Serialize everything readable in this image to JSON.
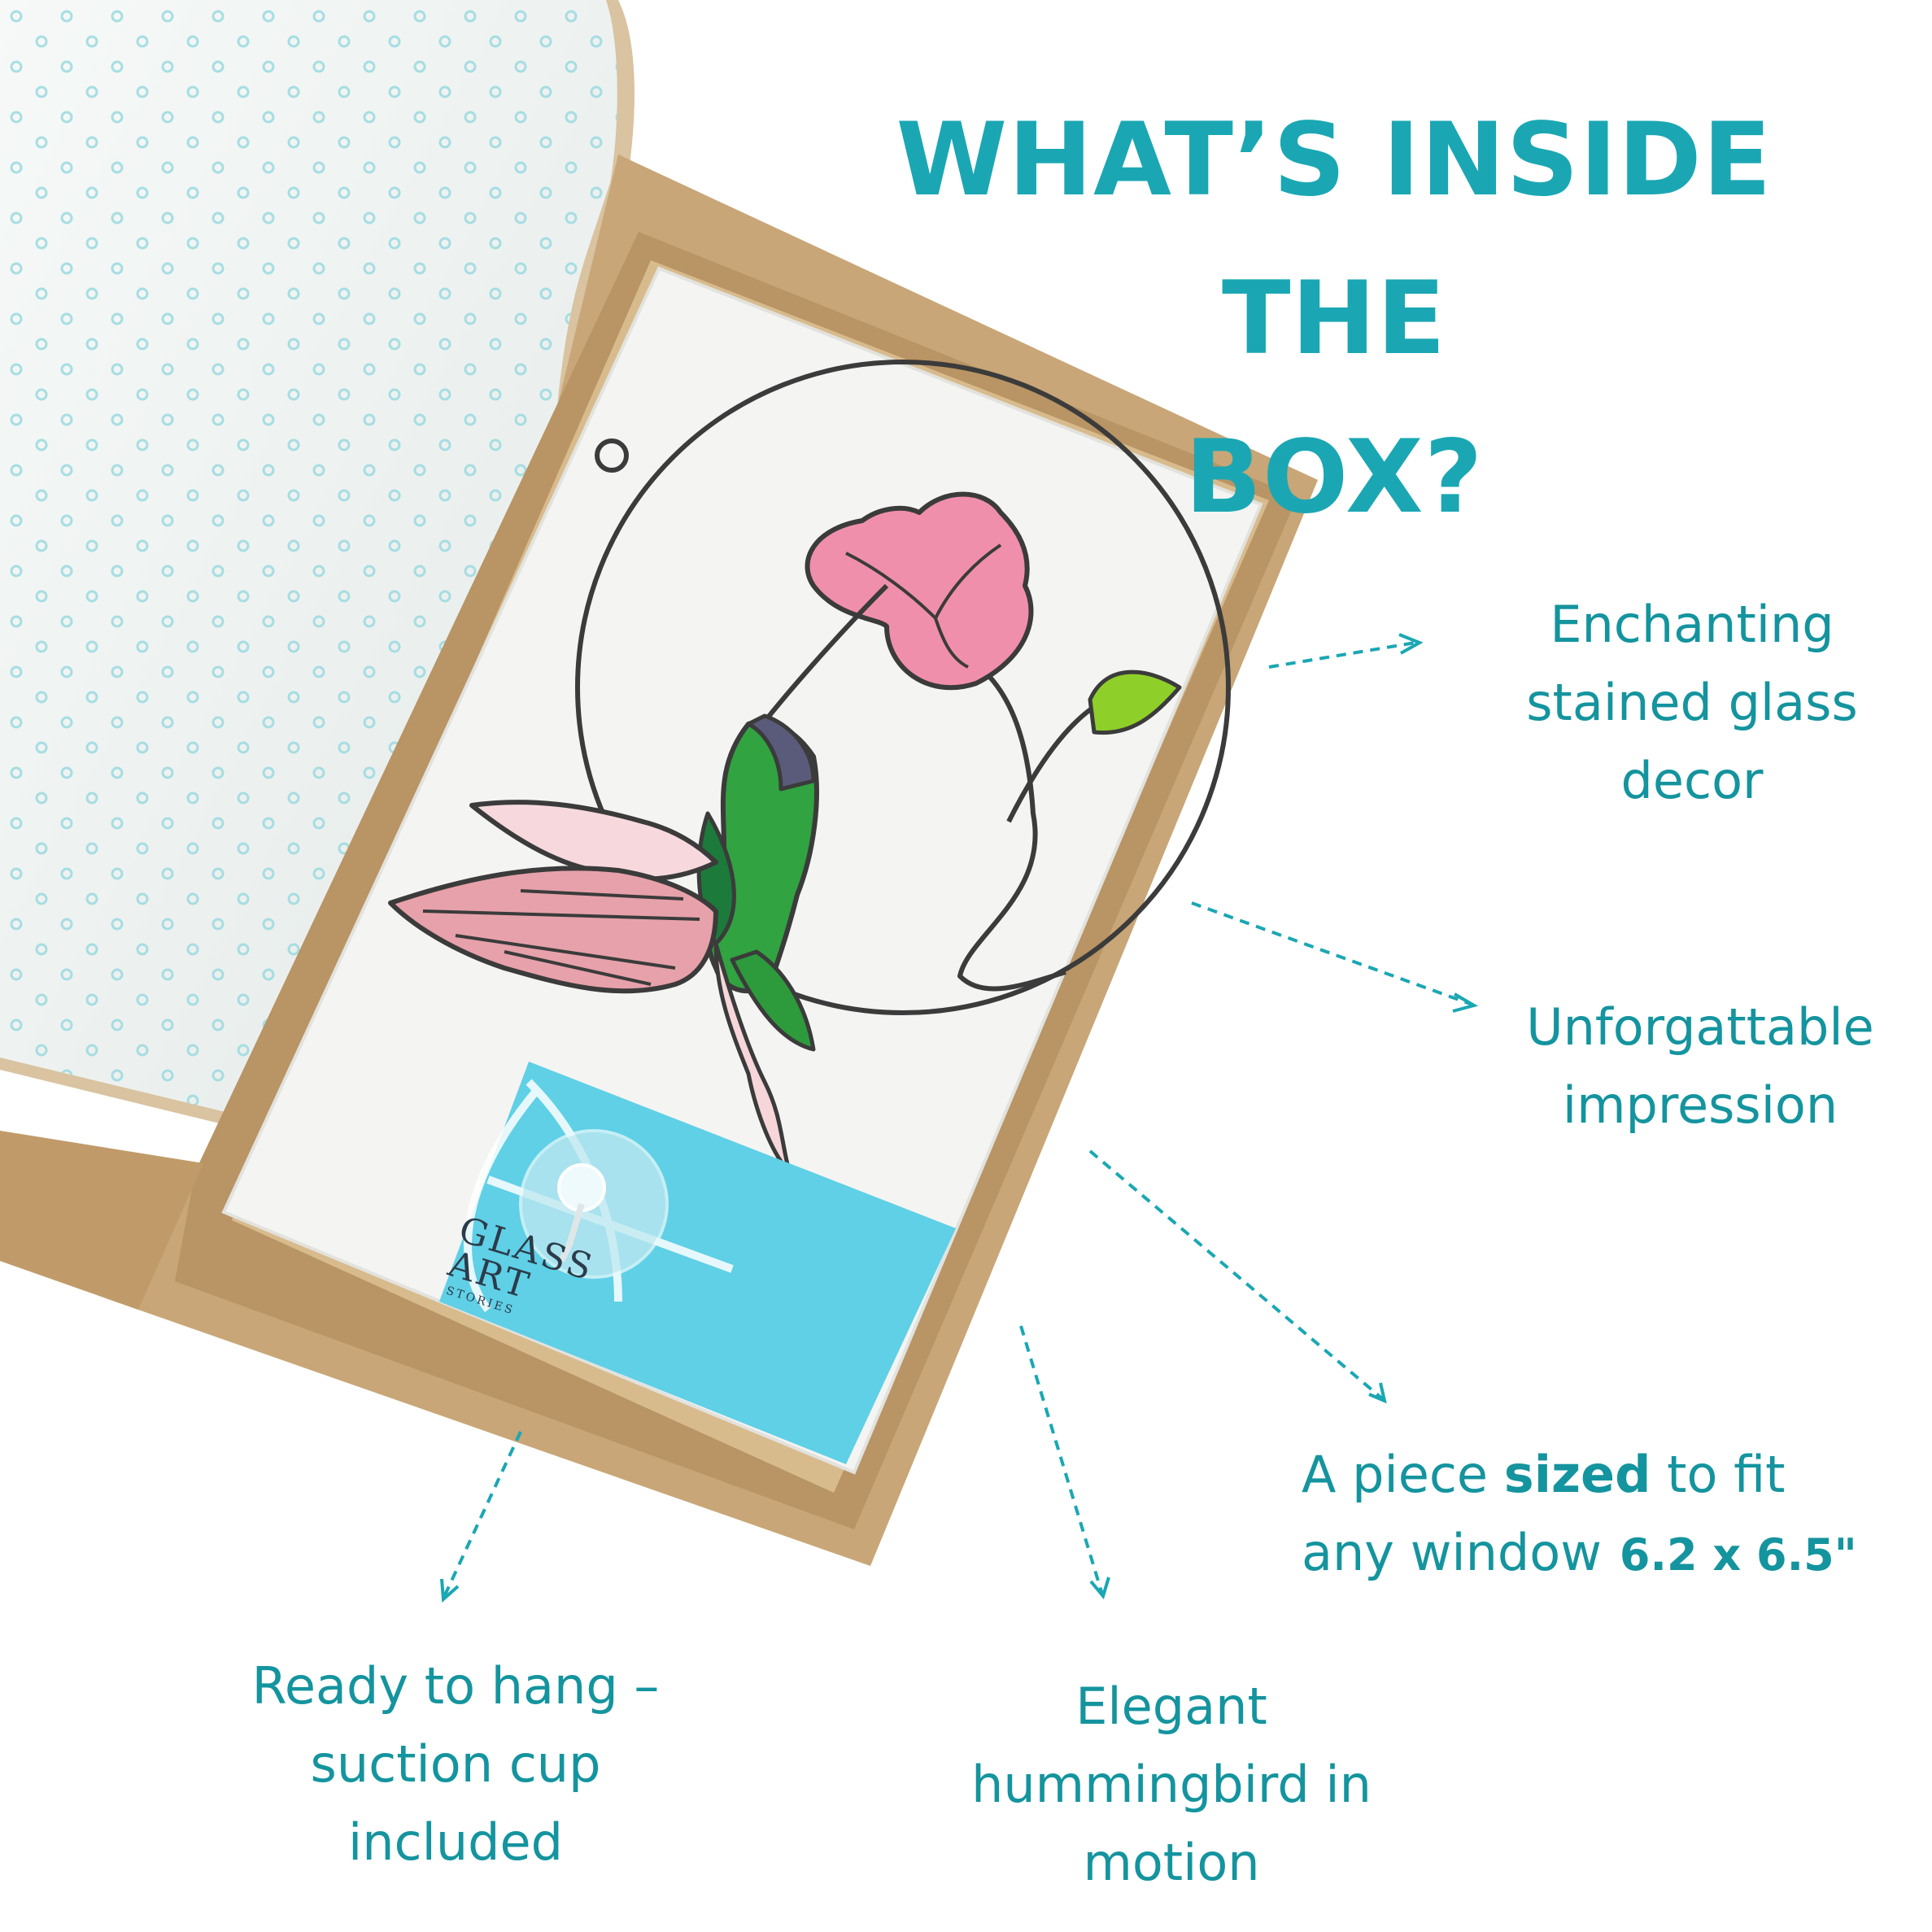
{
  "title": {
    "line1": "WHAT’S INSIDE THE",
    "line2": "BOX?"
  },
  "callouts": {
    "decor": {
      "line1": "Enchanting",
      "line2": "stained glass",
      "line3": "decor"
    },
    "impression": {
      "line1": "Unforgattable",
      "line2": "impression"
    },
    "size": {
      "prefix": "A piece ",
      "bold": "sized",
      "suffix": " to fit",
      "line2": "any window",
      "dimensions": "6.2 x 6.5\""
    },
    "hang": {
      "line1": "Ready to hang –",
      "line2": "suction cup",
      "line3": "included"
    },
    "hummingbird": {
      "line1": "Elegant",
      "line2": "hummingbird in",
      "line3": "motion"
    }
  },
  "card": {
    "brand_line1": "GLASS",
    "brand_line2": "ART",
    "brand_line3": "STORIES"
  },
  "colors": {
    "accent": "#1aa7b3",
    "text": "#14949e",
    "kraft": "#c9a97d",
    "card": "#5fd0e6"
  }
}
